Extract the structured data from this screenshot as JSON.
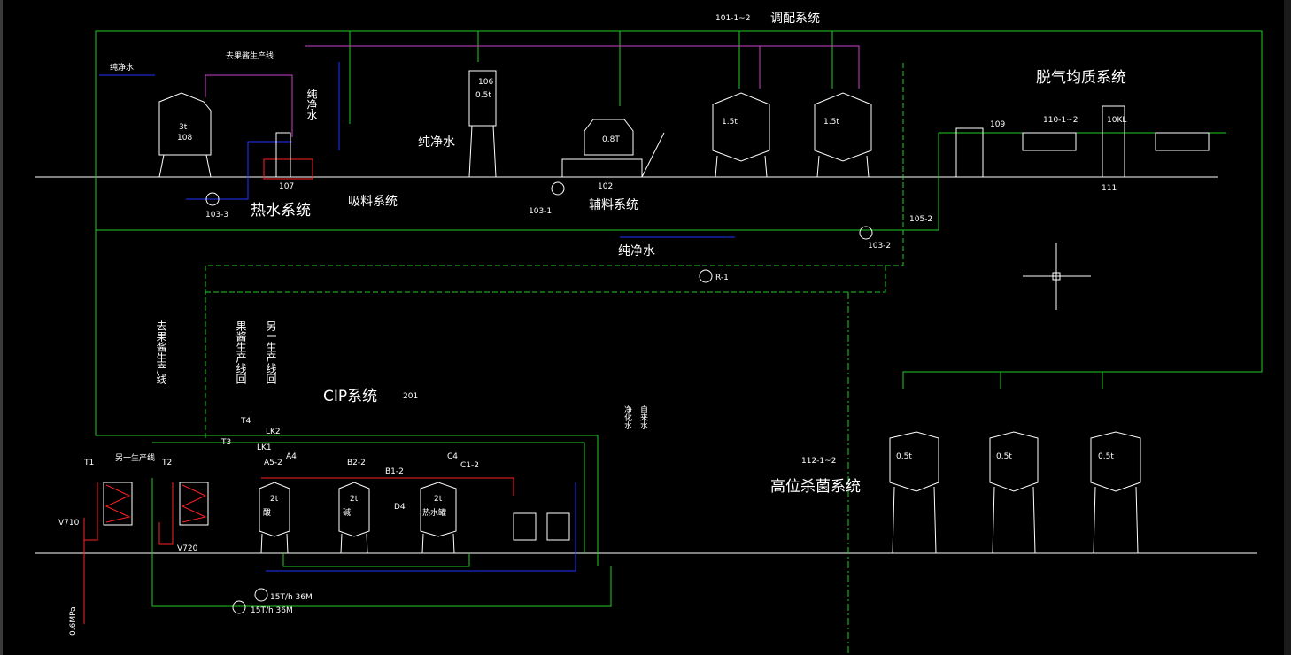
{
  "colors": {
    "background": "#000000",
    "pipe_green": "#22cc22",
    "pipe_magenta": "#cc44cc",
    "pipe_blue": "#2233ff",
    "pipe_red": "#ff2222",
    "equipment": "#ffffff",
    "dashed_cip": "#22cc22"
  },
  "systems": {
    "blend_code": "101-1~2",
    "blend": "调配系统",
    "deaerate": "脱气均质系统",
    "hot_water": "热水系统",
    "suction": "吸料系统",
    "aux": "辅料系统",
    "cip": "CIP系统",
    "cip_code": "201",
    "sterilize": "高位杀菌系统",
    "sterilize_code": "112-1~2"
  },
  "labels": {
    "pure_water_1": "纯净水",
    "pure_water_2": "纯净水",
    "pure_water_3": "纯净水",
    "pure_water_vertical": "纯净水",
    "to_line": "去果酱生产线",
    "to_line_vertical": "去果酱生产线",
    "return_line_vertical": "果酱生产线回",
    "other_return_vertical": "另一生产线回",
    "other_line": "另一生产线",
    "purified_vertical": "净化水",
    "tap_vertical": "自来水",
    "pressure": "0.6MPa",
    "tank_108": "108",
    "tank_108_cap": "3t",
    "pump_103_3": "103-3",
    "hx_107": "107",
    "tank_106": "106",
    "tank_106_cap": "0.5t",
    "mix_102": "102",
    "mix_102_cap": "0.8T",
    "pump_103_1": "103-1",
    "tank_blend_cap_1": "1.5t",
    "tank_blend_cap_2": "1.5t",
    "filter_105_2": "105-2",
    "pump_103_2": "103-2",
    "pump_r1": "R-1",
    "item_109": "109",
    "item_110": "110-1~2",
    "item_111": "111",
    "deaerator": "10KL",
    "sterile_cap_1": "0.5t",
    "sterile_cap_2": "0.5t",
    "sterile_cap_3": "0.5t",
    "cip_pump_1": "15T/h 36M",
    "cip_pump_2": "15T/h 36M",
    "cip_acid": "酸",
    "cip_alkali": "碱",
    "cip_hot": "热水罐",
    "cip_cap_1": "2t",
    "cip_cap_2": "2t",
    "cip_cap_3": "2t",
    "lk1": "LK1",
    "lk2": "LK2",
    "valve_t1": "T1",
    "valve_t2": "T2",
    "valve_t3": "T3",
    "valve_t4": "T4",
    "valve_v710": "V710",
    "valve_v720": "V720",
    "valve_a4": "A4",
    "valve_a5": "A5-2",
    "valve_b1": "B1-2",
    "valve_b2": "B2-2",
    "valve_c1": "C1-2",
    "valve_c4": "C4",
    "valve_d4": "D4"
  }
}
